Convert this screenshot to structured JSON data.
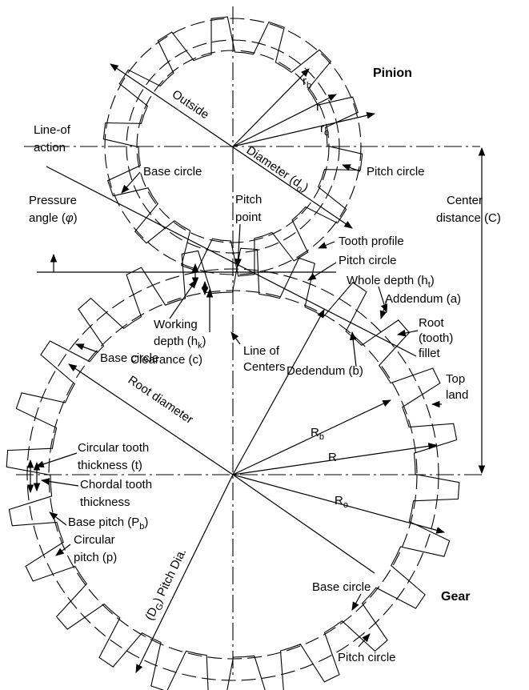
{
  "labels": {
    "pinion": "Pinion",
    "gear": "Gear",
    "rb_small": "r",
    "rb_small_sub": "b",
    "r_small": "r",
    "ro_small": "r",
    "ro_small_sub": "o",
    "outside": "Outside",
    "diameter_do": "Diameter (d",
    "diameter_do_sub": "o",
    "diameter_do_end": ")",
    "line_of_action_1": "Line-of",
    "line_of_action_2": "action",
    "base_circle_pinion": "Base circle",
    "pitch_circle_pinion": "Pitch circle",
    "pitch_point_1": "Pitch",
    "pitch_point_2": "point",
    "pressure_angle_1": "Pressure",
    "pressure_angle_2": "angle (",
    "pressure_angle_phi": "φ",
    "pressure_angle_end": ")",
    "center_distance_1": "Center",
    "center_distance_2": "distance (C)",
    "tooth_profile": "Tooth profile",
    "pitch_circle_mid": "Pitch circle",
    "whole_depth": "Whole depth (h",
    "whole_depth_sub": "t",
    "whole_depth_end": ")",
    "addendum": "Addendum (a)",
    "root_fillet_1": "Root",
    "root_fillet_2": "(tooth)",
    "root_fillet_3": "fillet",
    "working_depth_1": "Working",
    "working_depth_2": "depth (h",
    "working_depth_sub": "k",
    "working_depth_end": ")",
    "clearance": "Clearance (c)",
    "line_of_centers_1": "Line of",
    "line_of_centers_2": "Centers",
    "base_circle_gear_left": "Base circle",
    "dedendum": "Dedendum (b)",
    "top_land_1": "Top",
    "top_land_2": "land",
    "root_diameter": "Root diameter",
    "Rb": "R",
    "Rb_sub": "b",
    "R": "R",
    "Ro": "R",
    "Ro_sub": "o",
    "circular_tooth_thickness_1": "Circular tooth",
    "circular_tooth_thickness_2": "thickness (t)",
    "chordal_1": "Chordal tooth",
    "chordal_2": "thickness",
    "base_pitch": "Base pitch (P",
    "base_pitch_sub": "b",
    "base_pitch_end": ")",
    "circular_pitch_1": "Circular",
    "circular_pitch_2": "pitch (p)",
    "pitch_dia": "(D",
    "pitch_dia_sub": "G",
    "pitch_dia_end": ") Pitch Dia.",
    "base_circle_gear_bottom": "Base circle",
    "pitch_circle_bottom": "Pitch circle"
  }
}
